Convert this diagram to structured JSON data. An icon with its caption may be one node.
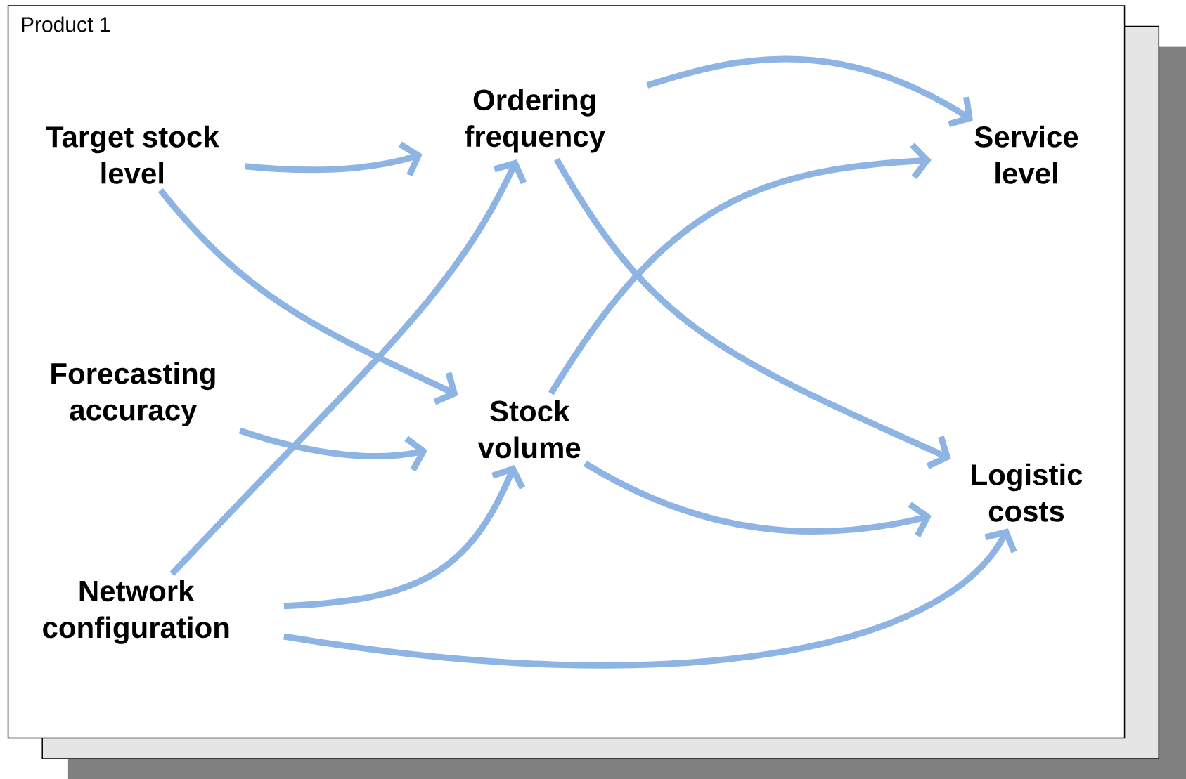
{
  "diagram": {
    "nodes": [
      {
        "text": [
          "Product 1"
        ]
      },
      {
        "text": [
          "Target stock level"
        ],
        "in": 0
      },
      {
        "text": [
          "Ordering frequency"
        ],
        "in": 0
      },
      {
        "text": [
          "Service level"
        ],
        "in": 0
      },
      {
        "text": [
          "Forecasting accuracy"
        ],
        "in": 0
      },
      {
        "text": [
          "Stock volume"
        ],
        "in": 0
      },
      {
        "text": [
          "Logistic costs"
        ],
        "in": 0
      },
      {
        "text": [
          "Network configuration"
        ],
        "in": 0
      }
    ],
    "edges": [
      {
        "from": 1,
        "to": 2,
        "arrow": "to"
      },
      {
        "from": 1,
        "to": 5,
        "arrow": "to"
      },
      {
        "from": 2,
        "to": 3,
        "arrow": "to"
      },
      {
        "from": 2,
        "to": 6,
        "arrow": "to"
      },
      {
        "from": 4,
        "to": 5,
        "arrow": "to"
      },
      {
        "from": 5,
        "to": 3,
        "arrow": "to"
      },
      {
        "from": 5,
        "to": 6,
        "arrow": "to"
      },
      {
        "from": 7,
        "to": 2,
        "arrow": "to"
      },
      {
        "from": 7,
        "to": 5,
        "arrow": "to"
      },
      {
        "from": 7,
        "to": 6,
        "arrow": "to"
      }
    ]
  }
}
